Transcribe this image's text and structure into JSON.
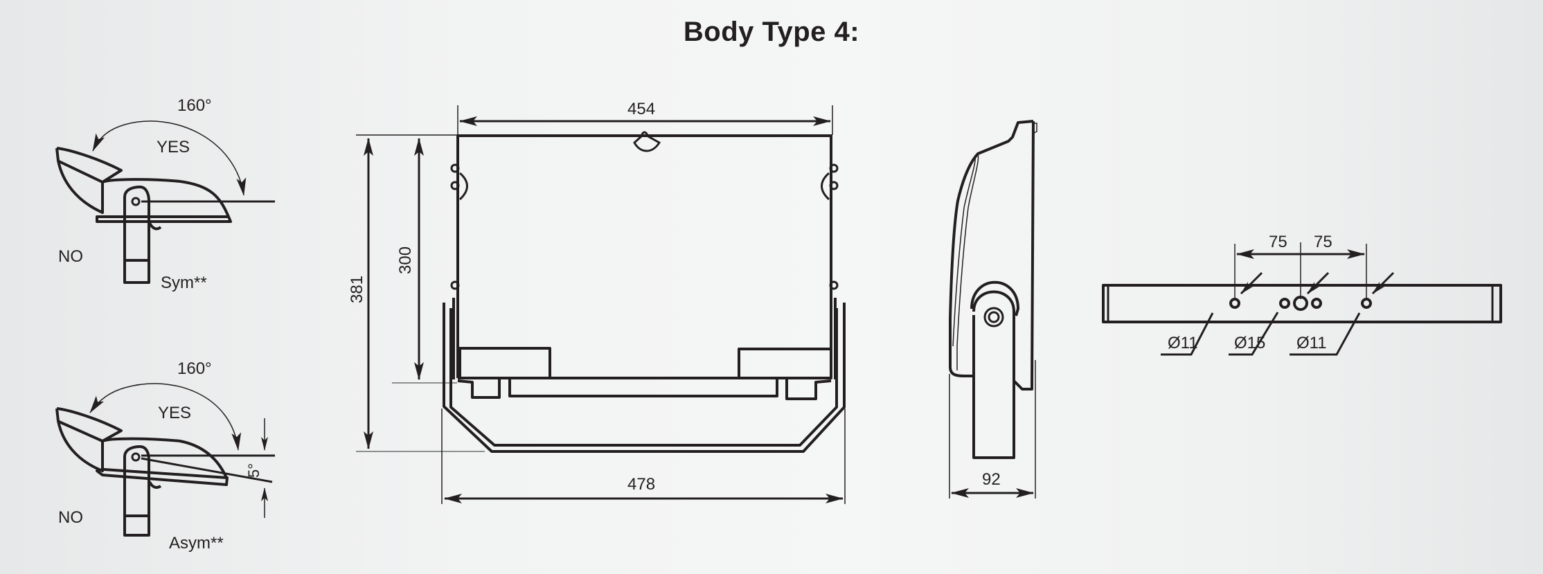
{
  "title": "Body Type 4:",
  "tilt_views": [
    {
      "id": "sym",
      "angle_label": "160°",
      "yes_label": "YES",
      "no_label": "NO",
      "type_label": "Sym**"
    },
    {
      "id": "asym",
      "angle_label": "160°",
      "yes_label": "YES",
      "no_label": "NO",
      "type_label": "Asym**",
      "tilt_label": "5°"
    }
  ],
  "front_view": {
    "width_top": "454",
    "width_bottom": "478",
    "height_total": "381",
    "height_body": "300"
  },
  "side_view": {
    "depth": "92"
  },
  "bracket_view": {
    "spacing_left": "75",
    "spacing_right": "75",
    "hole_left": "Ø11",
    "hole_center": "Ø15",
    "hole_right": "Ø11"
  },
  "colors": {
    "line": "#231f20",
    "background": "#f2f3f3",
    "dimension_grey": "#6d6e70"
  }
}
